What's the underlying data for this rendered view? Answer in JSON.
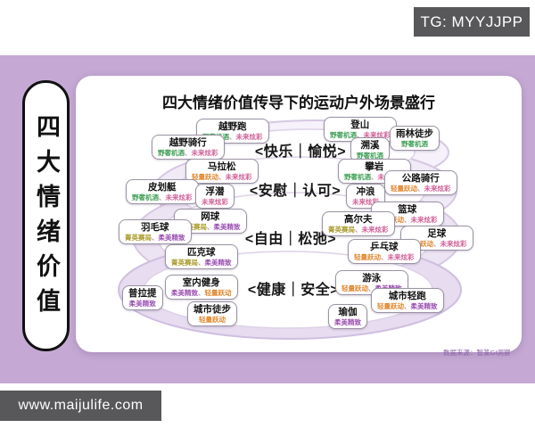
{
  "watermark_top": {
    "label": "TG: MYYJJPP"
  },
  "watermark_bottom": {
    "label": "www.maijulife.com"
  },
  "sidebar": {
    "title": "四大情绪价值"
  },
  "panel": {
    "title": "四大情绪价值传导下的运动户外场景盛行",
    "source_note": "数据来源：智篆GI洞察"
  },
  "categories": [
    {
      "label": "<快乐｜愉悦>"
    },
    {
      "label": "<安慰｜认可>"
    },
    {
      "label": "<自由｜松弛>"
    },
    {
      "label": "<健康｜安全>"
    }
  ],
  "sports": [
    {
      "name": "越野跑",
      "tags": [
        "野奢机酒",
        "未来炫彩"
      ]
    },
    {
      "name": "登山",
      "tags": [
        "野奢机酒",
        "未来炫彩"
      ]
    },
    {
      "name": "雨林徒步",
      "tags": [
        "野奢机酒"
      ]
    },
    {
      "name": "越野骑行",
      "tags": [
        "野奢机酒",
        "未来炫彩"
      ]
    },
    {
      "name": "溯溪",
      "tags": [
        "野奢机酒"
      ]
    },
    {
      "name": "马拉松",
      "tags": [
        "轻量跃动",
        "未来炫彩"
      ]
    },
    {
      "name": "攀岩",
      "tags": [
        "野奢机酒",
        "未来炫彩"
      ]
    },
    {
      "name": "公路骑行",
      "tags": [
        "轻量跃动",
        "未来炫彩"
      ]
    },
    {
      "name": "皮划艇",
      "tags": [
        "野奢机酒",
        "未来炫彩"
      ]
    },
    {
      "name": "浮潜",
      "tags": [
        "未来炫彩"
      ]
    },
    {
      "name": "冲浪",
      "tags": [
        "未来炫彩"
      ]
    },
    {
      "name": "篮球",
      "tags": [
        "轻量跃动",
        "未来炫彩"
      ]
    },
    {
      "name": "网球",
      "tags": [
        "菁英赛局",
        "柔美精致"
      ]
    },
    {
      "name": "高尔夫",
      "tags": [
        "菁英赛局",
        "未来炫彩"
      ]
    },
    {
      "name": "羽毛球",
      "tags": [
        "菁英赛局",
        "柔美精致"
      ]
    },
    {
      "name": "足球",
      "tags": [
        "轻量跃动",
        "未来炫彩"
      ]
    },
    {
      "name": "乒乓球",
      "tags": [
        "轻量跃动",
        "未来炫彩"
      ]
    },
    {
      "name": "匹克球",
      "tags": [
        "菁英赛局",
        "柔美精致"
      ]
    },
    {
      "name": "室内健身",
      "tags": [
        "柔美精致",
        "轻量跃动"
      ]
    },
    {
      "name": "普拉提",
      "tags": [
        "柔美精致"
      ]
    },
    {
      "name": "游泳",
      "tags": [
        "轻量跃动",
        "柔美精致"
      ]
    },
    {
      "name": "城市轻跑",
      "tags": [
        "轻量跃动",
        "柔美精致"
      ]
    },
    {
      "name": "城市徒步",
      "tags": [
        "轻量跃动"
      ]
    },
    {
      "name": "瑜伽",
      "tags": [
        "柔美精致"
      ]
    }
  ],
  "colors": {
    "background": "#c5a9d4",
    "panel": "#ffffff",
    "watermark_box": "#58585a",
    "ring_stroke": "#d6c8e3",
    "tags": {
      "野奢机酒": "#3f9e56",
      "未来炫彩": "#d06098",
      "轻量跃动": "#e0862c",
      "菁英赛局": "#a89a28",
      "柔美精致": "#9a50b0"
    }
  }
}
